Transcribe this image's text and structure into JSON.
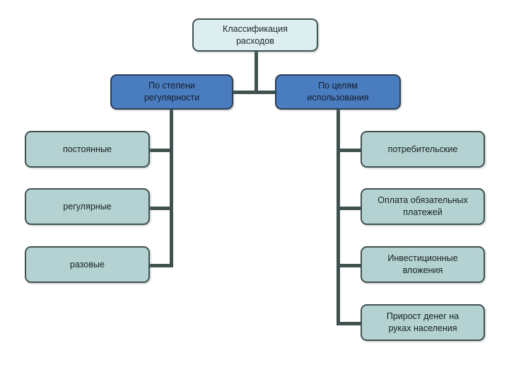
{
  "diagram": {
    "type": "hierarchy-tree",
    "orientation": "top-down",
    "colors": {
      "root_fill": "#dceef0",
      "branch_fill": "#4a7dc0",
      "leaf_fill": "#b5d2d2",
      "border": "#3f5250",
      "connector": "#3f5250",
      "text": "#13201f",
      "background": "#ffffff"
    },
    "root": {
      "label": "Классификация\nрасходов"
    },
    "branches": [
      {
        "label": "По степени\nрегулярности",
        "children": [
          {
            "label": "постоянные"
          },
          {
            "label": "регулярные"
          },
          {
            "label": "разовые"
          }
        ]
      },
      {
        "label": "По целям\nиспользования",
        "children": [
          {
            "label": "потребительские"
          },
          {
            "label": "Оплата обязательных\nплатежей"
          },
          {
            "label": "Инвестиционные\nвложения"
          },
          {
            "label": "Прирост денег на\nруках населения"
          }
        ]
      }
    ]
  }
}
